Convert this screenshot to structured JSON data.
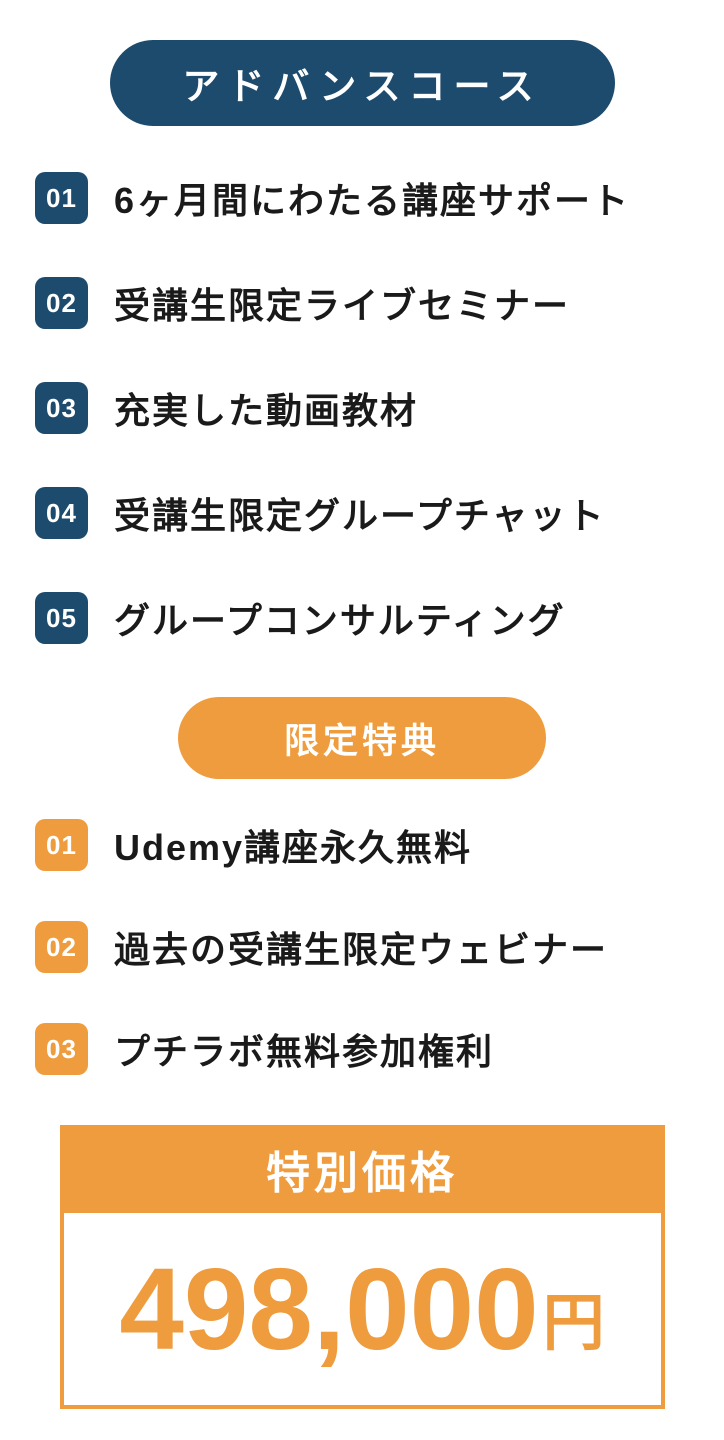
{
  "colors": {
    "navy": "#1d4b6e",
    "orange": "#ee9c3d",
    "ink": "#1a1a1a",
    "paper": "#ffffff"
  },
  "course": {
    "title": "アドバンスコース",
    "items": [
      {
        "num": "01",
        "label": "6ヶ月間にわたる講座サポート"
      },
      {
        "num": "02",
        "label": "受講生限定ライブセミナー"
      },
      {
        "num": "03",
        "label": "充実した動画教材"
      },
      {
        "num": "04",
        "label": "受講生限定グループチャット"
      },
      {
        "num": "05",
        "label": "グループコンサルティング"
      }
    ]
  },
  "bonus": {
    "title": "限定特典",
    "items": [
      {
        "num": "01",
        "label": "Udemy講座永久無料"
      },
      {
        "num": "02",
        "label": "過去の受講生限定ウェビナー"
      },
      {
        "num": "03",
        "label": "プチラボ無料参加権利"
      }
    ]
  },
  "price": {
    "header": "特別価格",
    "amount": "498,000",
    "unit": "円"
  }
}
